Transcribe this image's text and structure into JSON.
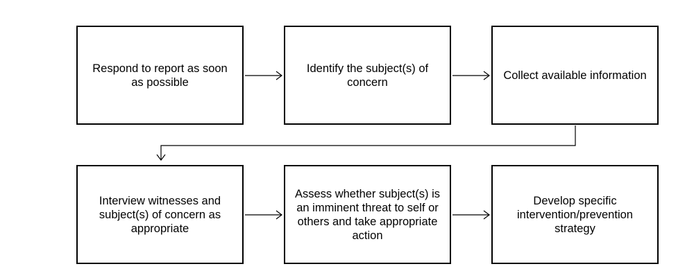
{
  "diagram": {
    "row1": [
      {
        "text": "Respond to report as soon as possible"
      },
      {
        "text": "Identify the subject(s) of concern"
      },
      {
        "text": "Collect available information"
      }
    ],
    "row2": [
      {
        "text": "Interview witnesses and subject(s) of concern as appropriate"
      },
      {
        "text": "Assess whether subject(s) is an imminent threat to self or others and take appropriate action"
      },
      {
        "text": "Develop specific intervention/prevention strategy"
      }
    ]
  }
}
